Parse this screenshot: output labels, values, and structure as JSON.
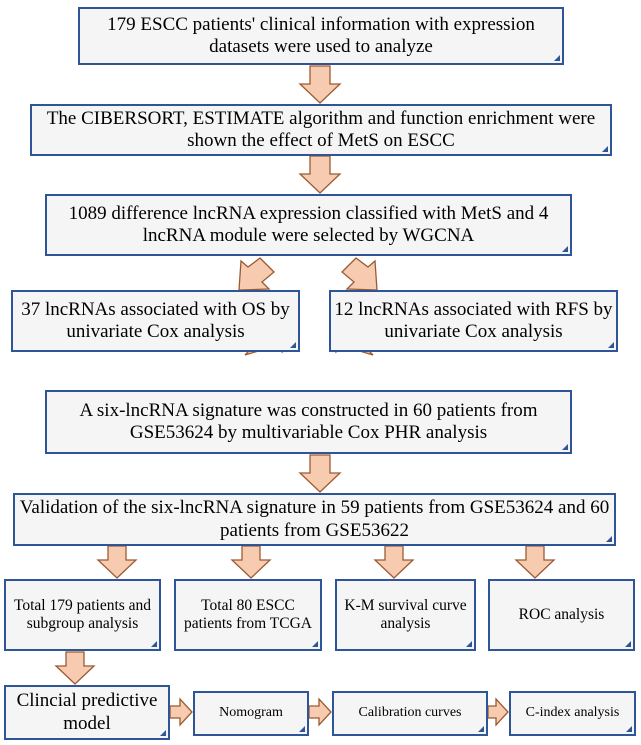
{
  "steps": {
    "step1": "179 ESCC patients' clinical information with expression datasets were used to analyze",
    "step2": "The CIBERSORT, ESTIMATE algorithm and function enrichment were shown the effect of MetS on ESCC",
    "step3": "1089 difference lncRNA expression classified with MetS and 4 lncRNA module were selected by WGCNA",
    "os": "37 lncRNAs associated with OS by univariate Cox analysis",
    "rfs": "12 lncRNAs associated with RFS by univariate Cox analysis",
    "signature": "A six-lncRNA signature was constructed in 60 patients from GSE53624 by multivariable Cox PHR analysis",
    "validation": "Validation of the six-lncRNA signature in 59 patients from GSE53624 and 60 patients from GSE53622"
  },
  "validation_branches": {
    "b1": "Total 179 patients and subgroup analysis",
    "b2": "Total 80 ESCC patients from TCGA",
    "b3": "K-M survival curve analysis",
    "b4": "ROC analysis"
  },
  "model_chain": {
    "clinical": "Clincial predictive model",
    "nomogram": "Nomogram",
    "calibration": "Calibration curves",
    "cindex": "C-index analysis"
  }
}
